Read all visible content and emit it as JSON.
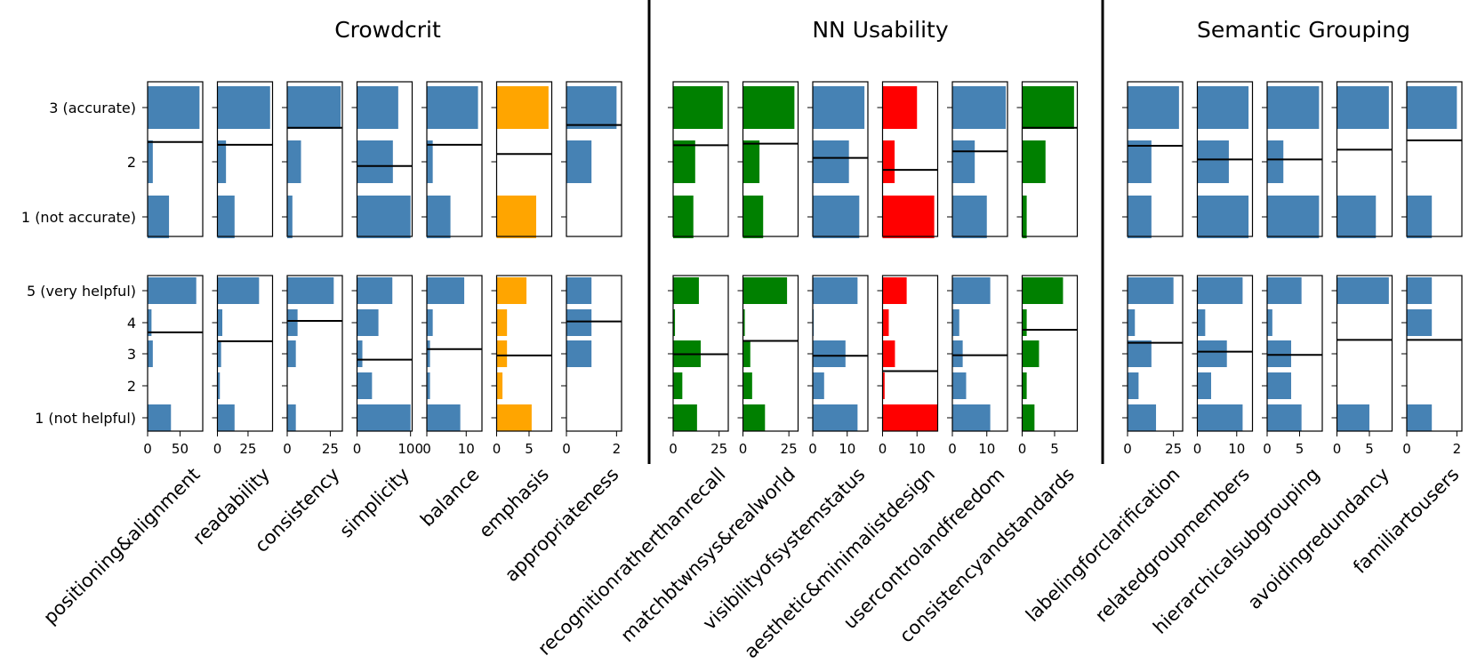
{
  "colors": {
    "default": "#4682b4",
    "orange": "#ffa500",
    "green": "#008000",
    "red": "#ff0000",
    "median": "#000000"
  },
  "groups": [
    {
      "title": "Crowdcrit"
    },
    {
      "title": "NN Usability"
    },
    {
      "title": "Semantic Grouping"
    }
  ],
  "rows": {
    "accuracy": {
      "labels": [
        "3 (accurate)",
        "2",
        "1 (not accurate)"
      ]
    },
    "helpfulness": {
      "labels": [
        "5 (very helpful)",
        "4",
        "3",
        "2",
        "1 (not helpful)"
      ]
    }
  },
  "chart_data": {
    "type": "bar",
    "orientation": "horizontal",
    "grid": false,
    "panels": [
      {
        "group": 0,
        "label": "positioning&alignment",
        "color": "default",
        "xlim": [
          0,
          85
        ],
        "ticks": [
          "0",
          "50"
        ],
        "tick_values": [
          0,
          50
        ],
        "accuracy": [
          80,
          8,
          33
        ],
        "accuracy_median": 2.37,
        "helpfulness": [
          75,
          6,
          8,
          0,
          36
        ],
        "helpfulness_median": 3.69
      },
      {
        "group": 0,
        "label": "readability",
        "color": "default",
        "xlim": [
          0,
          45
        ],
        "ticks": [
          "0",
          "25"
        ],
        "tick_values": [
          0,
          25
        ],
        "accuracy": [
          43,
          7,
          14
        ],
        "accuracy_median": 2.32,
        "helpfulness": [
          34,
          4,
          3,
          2,
          14
        ],
        "helpfulness_median": 3.41
      },
      {
        "group": 0,
        "label": "consistency",
        "color": "default",
        "xlim": [
          0,
          32
        ],
        "ticks": [
          "0",
          "25"
        ],
        "tick_values": [
          0,
          25
        ],
        "accuracy": [
          31,
          8,
          3
        ],
        "accuracy_median": 2.63,
        "helpfulness": [
          27,
          6,
          5,
          0,
          5
        ],
        "helpfulness_median": 4.05
      },
      {
        "group": 0,
        "label": "simplicity",
        "color": "default",
        "xlim": [
          0,
          103
        ],
        "ticks": [
          "0",
          "100"
        ],
        "tick_values": [
          0,
          100
        ],
        "accuracy": [
          77,
          67,
          100
        ],
        "accuracy_median": 1.93,
        "helpfulness": [
          66,
          40,
          10,
          28,
          100
        ],
        "helpfulness_median": 2.83
      },
      {
        "group": 0,
        "label": "balance",
        "color": "default",
        "xlim": [
          0,
          14
        ],
        "ticks": [
          "0",
          "10"
        ],
        "tick_values": [
          0,
          10
        ],
        "accuracy": [
          13,
          1.5,
          6
        ],
        "accuracy_median": 2.32,
        "helpfulness": [
          9.5,
          1.5,
          0.8,
          0.8,
          8.5
        ],
        "helpfulness_median": 3.16
      },
      {
        "group": 0,
        "label": "emphasis",
        "color": "orange",
        "xlim": [
          0,
          8.5
        ],
        "ticks": [
          "0",
          "5"
        ],
        "tick_values": [
          0,
          5
        ],
        "accuracy": [
          8,
          0,
          6.1
        ],
        "accuracy_median": 2.15,
        "helpfulness": [
          4.6,
          1.6,
          1.6,
          0.9,
          5.4
        ],
        "helpfulness_median": 2.96
      },
      {
        "group": 0,
        "label": "appropriateness",
        "color": "default",
        "xlim": [
          0,
          2.2
        ],
        "ticks": [
          "0",
          "2"
        ],
        "tick_values": [
          0,
          2
        ],
        "accuracy": [
          2,
          1,
          0
        ],
        "accuracy_median": 2.68,
        "helpfulness": [
          1,
          1,
          1,
          0,
          0
        ],
        "helpfulness_median": 4.03
      },
      {
        "group": 1,
        "label": "recognitionratherthanrecall",
        "color": "green",
        "xlim": [
          0,
          30
        ],
        "ticks": [
          "0",
          "25"
        ],
        "tick_values": [
          0,
          25
        ],
        "accuracy": [
          27,
          12,
          11
        ],
        "accuracy_median": 2.31,
        "helpfulness": [
          14,
          1,
          15,
          5,
          13
        ],
        "helpfulness_median": 3.0
      },
      {
        "group": 1,
        "label": "matchbtwnsys&realworld",
        "color": "green",
        "xlim": [
          0,
          30
        ],
        "ticks": [
          "0",
          "25"
        ],
        "tick_values": [
          0,
          25
        ],
        "accuracy": [
          28,
          9,
          11
        ],
        "accuracy_median": 2.34,
        "helpfulness": [
          24,
          1,
          4,
          5,
          12
        ],
        "helpfulness_median": 3.42
      },
      {
        "group": 1,
        "label": "visibilityofsystemstatus",
        "color": "default",
        "xlim": [
          0,
          16
        ],
        "ticks": [
          "0",
          "10"
        ],
        "tick_values": [
          0,
          10
        ],
        "accuracy": [
          15,
          10.5,
          13.5
        ],
        "accuracy_median": 2.08,
        "helpfulness": [
          13,
          0.3,
          9.5,
          3.3,
          13
        ],
        "helpfulness_median": 2.95
      },
      {
        "group": 1,
        "label": "aesthetic&minimalistdesign",
        "color": "red",
        "xlim": [
          0,
          16
        ],
        "ticks": [
          "0",
          "10"
        ],
        "tick_values": [
          0,
          10
        ],
        "accuracy": [
          10,
          3.5,
          15
        ],
        "accuracy_median": 1.86,
        "helpfulness": [
          7,
          1.8,
          3.6,
          0.6,
          16
        ],
        "helpfulness_median": 2.47
      },
      {
        "group": 1,
        "label": "usercontrolandfreedom",
        "color": "default",
        "xlim": [
          0,
          16
        ],
        "ticks": [
          "0",
          "10"
        ],
        "tick_values": [
          0,
          10
        ],
        "accuracy": [
          15.5,
          6.5,
          10
        ],
        "accuracy_median": 2.2,
        "helpfulness": [
          11,
          2,
          3,
          4,
          11
        ],
        "helpfulness_median": 2.97
      },
      {
        "group": 1,
        "label": "consistencyandstandards",
        "color": "green",
        "xlim": [
          0,
          8.5
        ],
        "ticks": [
          "0",
          "5"
        ],
        "tick_values": [
          0,
          5
        ],
        "accuracy": [
          8,
          3.6,
          0.7
        ],
        "accuracy_median": 2.63,
        "helpfulness": [
          6.3,
          0.7,
          2.6,
          0.7,
          1.9
        ],
        "helpfulness_median": 3.77
      },
      {
        "group": 2,
        "label": "labelingforclarification",
        "color": "default",
        "xlim": [
          0,
          30
        ],
        "ticks": [
          "0",
          "25"
        ],
        "tick_values": [
          0,
          25
        ],
        "accuracy": [
          28,
          13,
          13
        ],
        "accuracy_median": 2.3,
        "helpfulness": [
          25,
          4,
          13,
          6,
          15.5
        ],
        "helpfulness_median": 3.36
      },
      {
        "group": 2,
        "label": "relatedgroupmembers",
        "color": "default",
        "xlim": [
          0,
          14
        ],
        "ticks": [
          "0",
          "10"
        ],
        "tick_values": [
          0,
          10
        ],
        "accuracy": [
          13,
          8,
          13
        ],
        "accuracy_median": 2.05,
        "helpfulness": [
          11.5,
          2,
          7.5,
          3.5,
          11.5
        ],
        "helpfulness_median": 3.08
      },
      {
        "group": 2,
        "label": "hierarchicalsubgrouping",
        "color": "default",
        "xlim": [
          0,
          8.5
        ],
        "ticks": [
          "0",
          "5"
        ],
        "tick_values": [
          0,
          5
        ],
        "accuracy": [
          8,
          2.5,
          8
        ],
        "accuracy_median": 2.05,
        "helpfulness": [
          5.3,
          0.8,
          3.7,
          3.7,
          5.3
        ],
        "helpfulness_median": 2.98
      },
      {
        "group": 2,
        "label": "avoidingredundancy",
        "color": "default",
        "xlim": [
          0,
          8.5
        ],
        "ticks": [
          "0",
          "5"
        ],
        "tick_values": [
          0,
          5
        ],
        "accuracy": [
          8,
          0,
          6
        ],
        "accuracy_median": 2.23,
        "helpfulness": [
          8,
          0,
          0,
          0,
          5
        ],
        "helpfulness_median": 3.45
      },
      {
        "group": 2,
        "label": "familiartousers",
        "color": "default",
        "xlim": [
          0,
          2.2
        ],
        "ticks": [
          "0",
          "2"
        ],
        "tick_values": [
          0,
          2
        ],
        "accuracy": [
          2,
          0,
          1
        ],
        "accuracy_median": 2.4,
        "helpfulness": [
          1,
          1,
          0,
          0,
          1
        ],
        "helpfulness_median": 3.45
      }
    ]
  }
}
